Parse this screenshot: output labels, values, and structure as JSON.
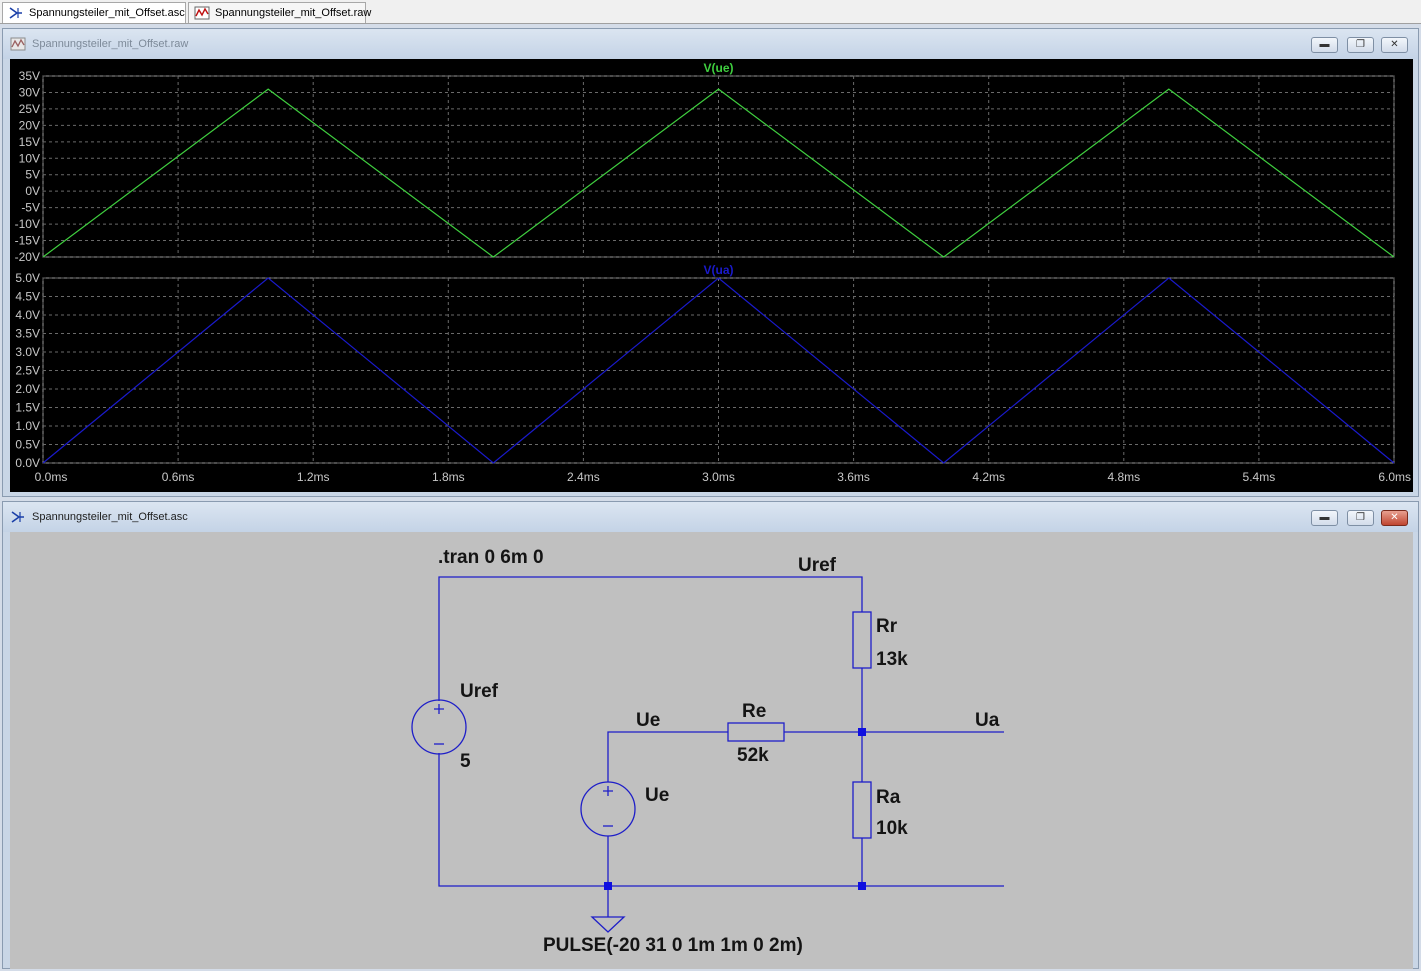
{
  "doc_tabs": [
    {
      "label": "Spannungsteiler_mit_Offset.asc",
      "active": true
    },
    {
      "label": "Spannungsteiler_mit_Offset.raw",
      "active": false
    }
  ],
  "waveform_window": {
    "title": "Spannungsteiler_mit_Offset.raw",
    "buttons": {
      "minimize": "▬",
      "restore": "❐",
      "close": "✕"
    }
  },
  "schematic_window": {
    "title": "Spannungsteiler_mit_Offset.asc",
    "buttons": {
      "minimize": "▬",
      "restore": "❐",
      "close": "✕"
    }
  },
  "colors": {
    "ue_trace": "#3fcf3f",
    "ua_trace": "#1a1acc",
    "wire": "#1e1ec8",
    "junction": "#1010e0"
  },
  "chart_data": [
    {
      "type": "line",
      "title": "V(ue)",
      "x_unit": "ms",
      "xlim": [
        0,
        6
      ],
      "ylim": [
        -20,
        35
      ],
      "y_ticks": [
        35,
        30,
        25,
        20,
        15,
        10,
        5,
        0,
        -5,
        -10,
        -15,
        -20
      ],
      "y_tick_labels": [
        "35V",
        "30V",
        "25V",
        "20V",
        "15V",
        "10V",
        "5V",
        "0V",
        "-5V",
        "-10V",
        "-15V",
        "-20V"
      ],
      "grid": true,
      "series": [
        {
          "name": "V(ue)",
          "x": [
            0,
            1,
            2,
            3,
            4,
            5,
            6
          ],
          "values": [
            -20,
            31,
            -20,
            31,
            -20,
            31,
            -20
          ]
        }
      ]
    },
    {
      "type": "line",
      "title": "V(ua)",
      "x_unit": "ms",
      "xlim": [
        0,
        6
      ],
      "ylim": [
        0,
        5
      ],
      "y_ticks": [
        5.0,
        4.5,
        4.0,
        3.5,
        3.0,
        2.5,
        2.0,
        1.5,
        1.0,
        0.5,
        0.0
      ],
      "y_tick_labels": [
        "5.0V",
        "4.5V",
        "4.0V",
        "3.5V",
        "3.0V",
        "2.5V",
        "2.0V",
        "1.5V",
        "1.0V",
        "0.5V",
        "0.0V"
      ],
      "x_ticks": [
        0,
        0.6,
        1.2,
        1.8,
        2.4,
        3.0,
        3.6,
        4.2,
        4.8,
        5.4,
        6.0
      ],
      "x_tick_labels": [
        "0.0ms",
        "0.6ms",
        "1.2ms",
        "1.8ms",
        "2.4ms",
        "3.0ms",
        "3.6ms",
        "4.2ms",
        "4.8ms",
        "5.4ms",
        "6.0ms"
      ],
      "grid": true,
      "series": [
        {
          "name": "V(ua)",
          "x": [
            0,
            1,
            2,
            3,
            4,
            5,
            6
          ],
          "values": [
            0,
            5,
            0,
            5,
            0,
            5,
            0
          ]
        }
      ]
    }
  ],
  "schematic": {
    "directive": ".tran 0 6m 0",
    "net_labels": {
      "uref": "Uref",
      "ue": "Ue",
      "ua": "Ua"
    },
    "components": {
      "uref_source": {
        "name": "Uref",
        "value": "5"
      },
      "ue_source": {
        "name": "Ue",
        "value": "PULSE(-20 31 0 1m 1m 0 2m)"
      },
      "rr": {
        "name": "Rr",
        "value": "13k"
      },
      "re": {
        "name": "Re",
        "value": "52k"
      },
      "ra": {
        "name": "Ra",
        "value": "10k"
      }
    }
  }
}
